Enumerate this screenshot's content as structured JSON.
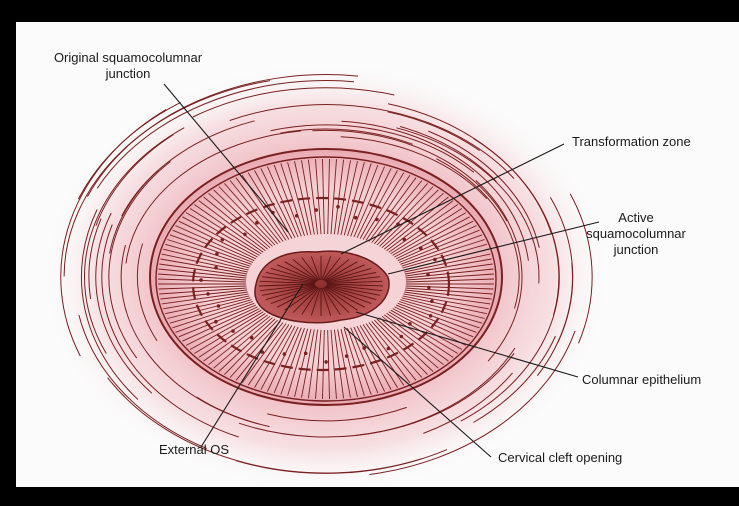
{
  "labels": {
    "original_sq_junction_line1": "Original squamocolumnar",
    "original_sq_junction_line2": "junction",
    "transformation_zone": "Transformation zone",
    "active_sq_junction_line1": "Active",
    "active_sq_junction_line2": "squamocolumnar",
    "active_sq_junction_line3": "junction",
    "columnar_epithelium": "Columnar epithelium",
    "cervical_cleft_opening": "Cervical cleft opening",
    "external_os": "External OS"
  },
  "colors": {
    "frame": "#000000",
    "background": "#fbfbfb",
    "tissue_glow": "#e79aa4",
    "tissue_stroke": "#7a2020",
    "os_fill": "#b04646",
    "leader_line": "#1a1a1a"
  }
}
